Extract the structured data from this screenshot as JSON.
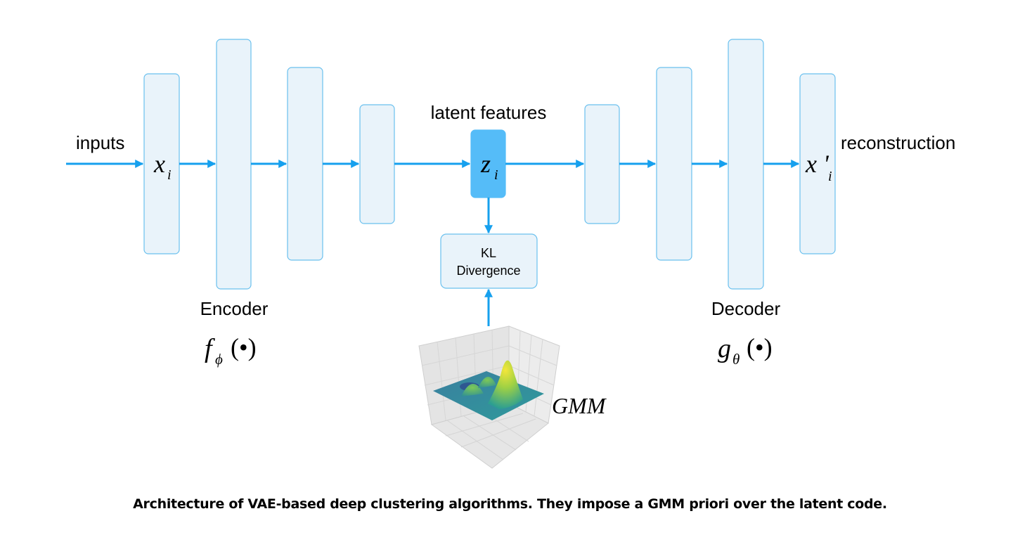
{
  "labels": {
    "inputs": "inputs",
    "latent_features": "latent features",
    "reconstruction": "reconstruction",
    "encoder": "Encoder",
    "decoder": "Decoder",
    "kl_line1": "KL",
    "kl_line2": "Divergence",
    "gmm": "GMM"
  },
  "math": {
    "x": "x",
    "x_sub": "i",
    "z": "z",
    "z_sub": "i",
    "xprime": "x '",
    "xprime_sub": "i",
    "f": "f",
    "f_sub": "ϕ",
    "g": "g",
    "g_sub": "θ",
    "bullet_arg": "(•)"
  },
  "caption": "Architecture of VAE-based deep clustering algorithms. They impose a GMM priori over the latent code.",
  "colors": {
    "arrow": "#16a0ee",
    "layer_fill": "#e9f3fa",
    "layer_stroke": "#6ac0ee",
    "latent_fill": "#55bcf8"
  }
}
